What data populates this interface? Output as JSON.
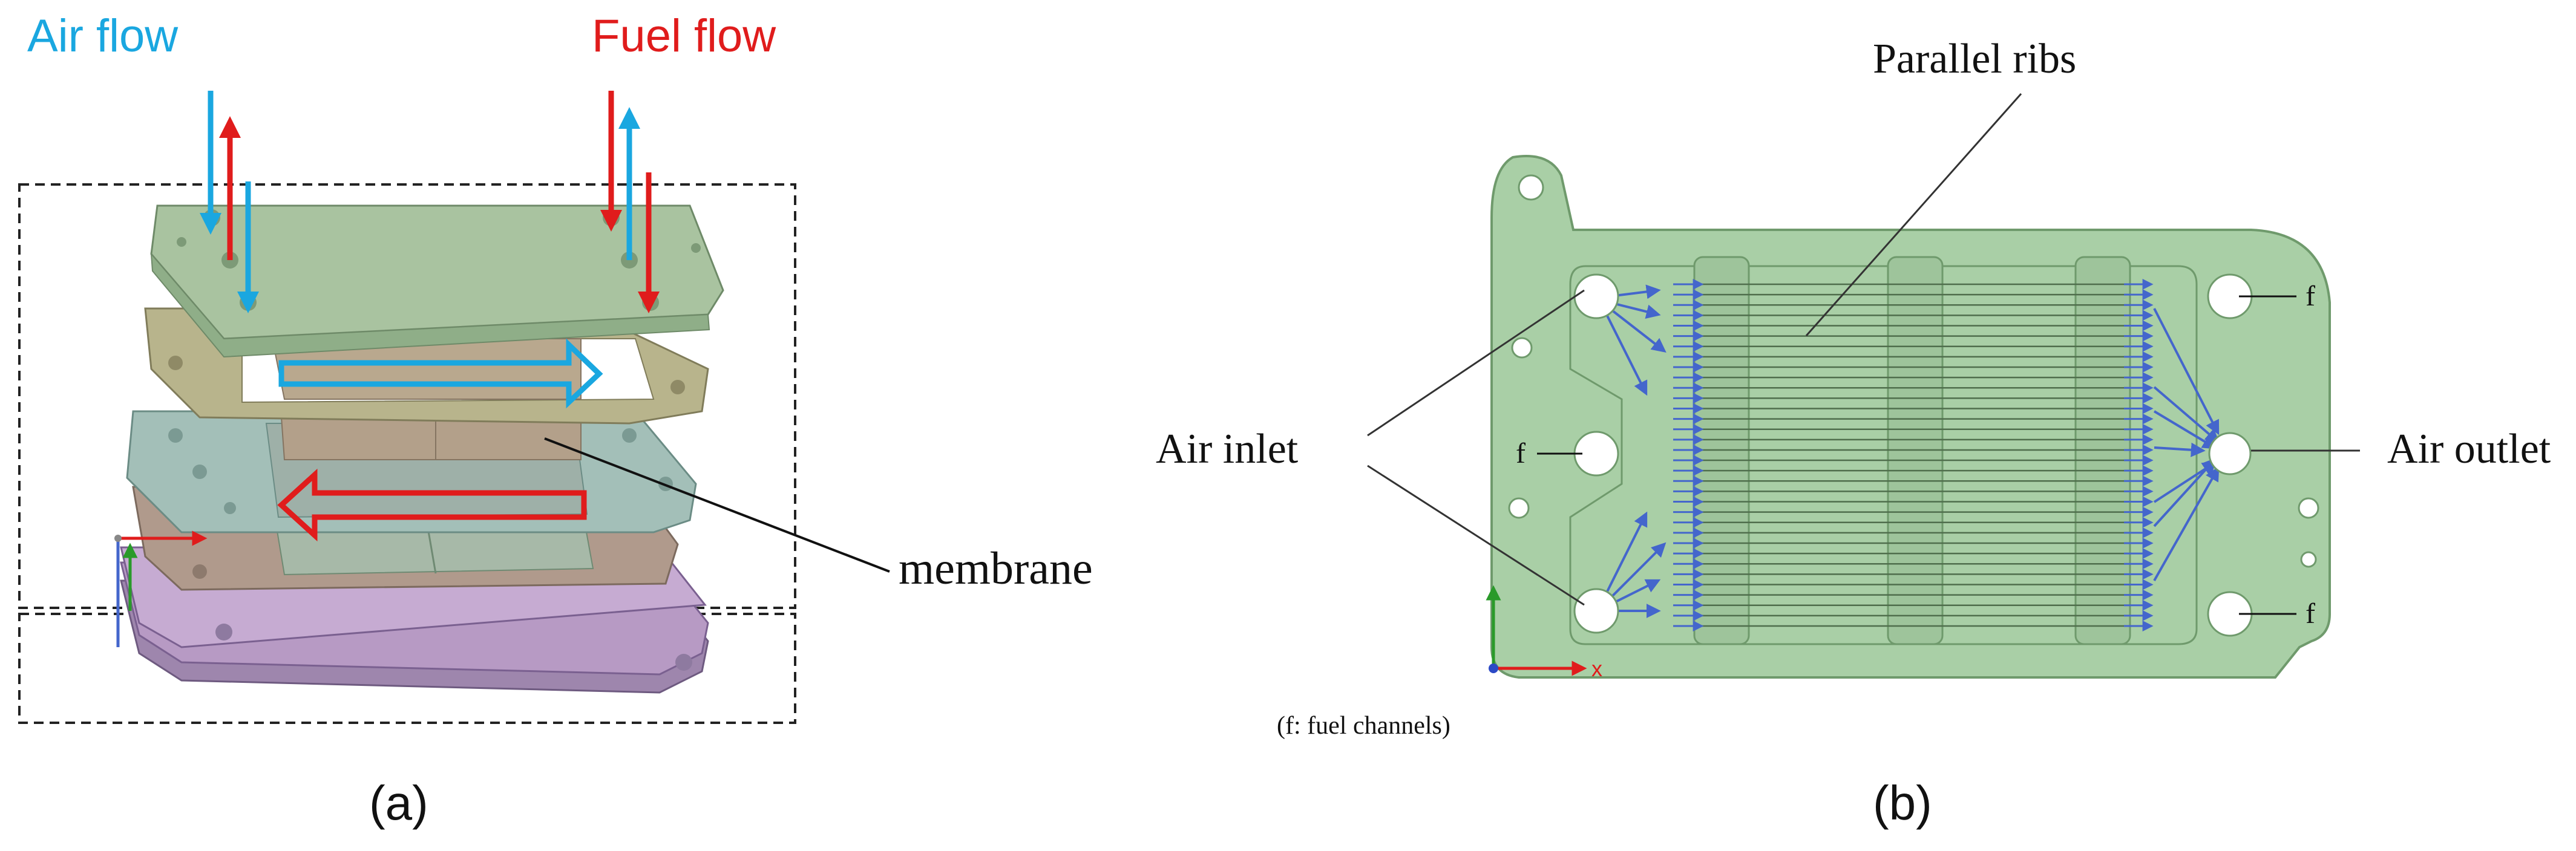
{
  "panel_a": {
    "air_flow_label": "Air flow",
    "fuel_flow_label": "Fuel flow",
    "membrane_label": "membrane",
    "caption": "(a)"
  },
  "panel_b": {
    "parallel_ribs_label": "Parallel ribs",
    "air_inlet_label": "Air inlet",
    "air_outlet_label": "Air outlet",
    "fuel_marker": "f",
    "footnote": "(f: fuel channels)",
    "axis_x_label": "x",
    "caption": "(b)"
  },
  "colors": {
    "air": "#1aa7e0",
    "fuel": "#e01c1c",
    "plate_green": "#a9cfa6",
    "plate_edge": "#6f9a6c",
    "channel_arrow": "#4466cc",
    "olive": "#b8b48c",
    "teal": "#a3bfb8",
    "brown": "#b09a8c",
    "purple": "#b79ac4"
  }
}
